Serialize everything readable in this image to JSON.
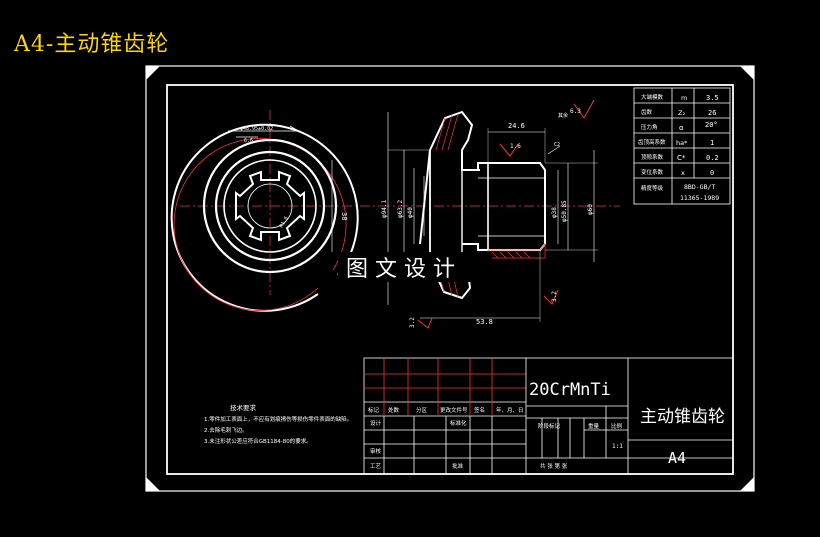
{
  "app_title": "A4-主动锥齿轮",
  "watermark": "图 文 设 计",
  "material": "20CrMnTi",
  "part_name": "主动锥齿轮",
  "sheet_size": "A4",
  "scale": "1:1",
  "param_table": [
    {
      "name": "大端模数",
      "sym": "m",
      "val": "3.5"
    },
    {
      "name": "齿数",
      "sym": "Z₂",
      "val": "26"
    },
    {
      "name": "压力角",
      "sym": "α",
      "val": "20°"
    },
    {
      "name": "齿顶高系数",
      "sym": "ha*",
      "val": "1"
    },
    {
      "name": "顶隙系数",
      "sym": "C*",
      "val": "0.2"
    },
    {
      "name": "变位系数",
      "sym": "x",
      "val": "0"
    },
    {
      "name": "精度等级",
      "sym": "",
      "val": "8BD-GB/T"
    },
    {
      "name": "",
      "sym": "",
      "val": "11365-1989"
    }
  ],
  "tech_req": {
    "title": "技术要求",
    "lines": [
      "1.零件加工表面上，不应有划痕擦伤等损伤零件表面的缺陷。",
      "2.去除毛刺飞边。",
      "3.未注形状公差应符合GB1184-80的要求。"
    ]
  },
  "title_block": {
    "h_biaoji": "标记",
    "h_chushu": "处数",
    "h_fenqu": "分区",
    "h_gengai": "更改文件号",
    "h_qianming": "签名",
    "h_riqi": "年、月、日",
    "sheji": "设计",
    "biaozhunhua": "标准化",
    "shenhe": "审核",
    "gongyi": "工艺",
    "pizhun": "批准",
    "jieduan": "阶段标记",
    "zhongliang": "重量",
    "bili": "比例",
    "gong_zhang": "共    张    第    张"
  },
  "dims": {
    "d1": "24.6",
    "d2": "53.8",
    "d3": "6.3",
    "d4": "3.2",
    "d5": "3.2",
    "d6": "1.6",
    "d7": "C2",
    "d8": "φ94.1",
    "d9": "φ63.2",
    "d10": "φ40",
    "d11": "φ50.85",
    "d12": "φ38",
    "d13": "φ60",
    "d14": "38",
    "d15": "其余"
  }
}
